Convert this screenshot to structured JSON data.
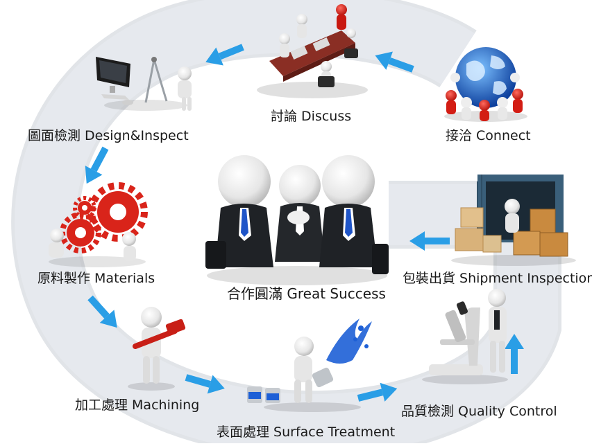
{
  "center": {
    "label": "合作圓滿 Great Success"
  },
  "steps": [
    {
      "id": "connect",
      "label": "接洽 Connect"
    },
    {
      "id": "discuss",
      "label": "討論 Discuss"
    },
    {
      "id": "design",
      "label": "圖面檢測 Design&Inspect"
    },
    {
      "id": "materials",
      "label": "原料製作 Materials"
    },
    {
      "id": "machining",
      "label": "加工處理 Machining"
    },
    {
      "id": "surface",
      "label": "表面處理 Surface Treatment"
    },
    {
      "id": "quality",
      "label": "品質檢測 Quality Control"
    },
    {
      "id": "shipment",
      "label": "包裝出貨 Shipment Inspection"
    }
  ],
  "colors": {
    "ring": "#e3e6ea",
    "ring_shadow": "#c5cad1",
    "arrow": "#2a9ee6",
    "suit": "#1f2226",
    "tie": "#1f55c8",
    "figure": "#f2f2f2",
    "gear": "#e0261b",
    "globe": "#1f6fd6",
    "crate": "#c98a3f"
  },
  "icons": {
    "connect": "globe-icon",
    "discuss": "meeting-table-icon",
    "design": "computer-compass-icon",
    "materials": "gears-icon",
    "machining": "hammer-figure-icon",
    "surface": "paint-splash-icon",
    "quality": "microscope-icon",
    "shipment": "container-crates-icon",
    "center": "business-team-icon"
  }
}
